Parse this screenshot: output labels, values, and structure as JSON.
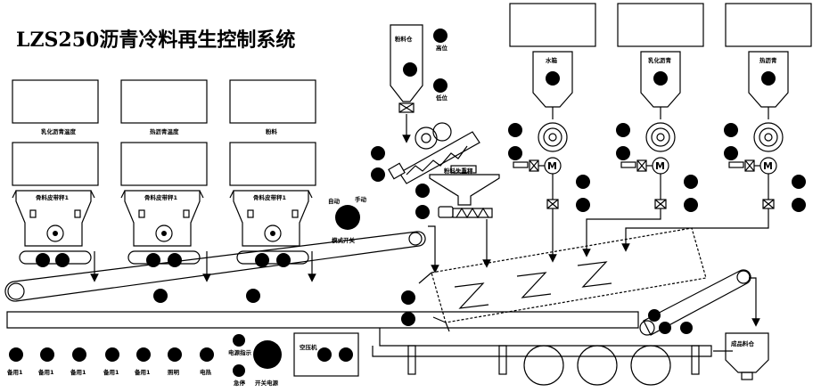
{
  "title": "LZS250沥青冷料再生控制系统",
  "displays": {
    "emulsified_asphalt_temp": "乳化沥青温度",
    "hot_asphalt_temp": "热沥青温度",
    "powder": "粉料"
  },
  "belt_feeders": [
    "骨料皮带秤1",
    "骨料皮带秤1",
    "骨料皮带秤1"
  ],
  "mode_switch": {
    "auto": "自动",
    "manual": "手动",
    "label": "模式开关"
  },
  "silo": {
    "name": "粉料仓",
    "high": "高位",
    "low": "低位"
  },
  "powder_weigher": "粉料失重秤",
  "tanks": [
    "水箱",
    "乳化沥青",
    "热沥青"
  ],
  "motor": "M",
  "bottom_labels": {
    "spares": [
      "备用1",
      "备用1",
      "备用1",
      "备用1",
      "备用1"
    ],
    "lighting": "照明",
    "heating": "电热",
    "power_indicator": "电源指示",
    "estop": "急停",
    "power_switch": "开关电源",
    "air_compressor": "空压机",
    "finished_bin": "成品料仓"
  }
}
